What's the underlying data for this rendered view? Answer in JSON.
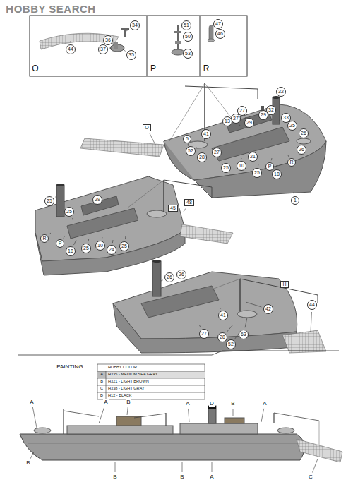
{
  "diagram": {
    "labels": [
      "HOBBY SEARCH",
      "O",
      "P",
      "R",
      "34",
      "44",
      "36",
      "37",
      "35",
      "51",
      "50",
      "53",
      "47",
      "46",
      "O",
      "32",
      "27",
      "27",
      "29",
      "13",
      "32",
      "33",
      "29",
      "25",
      "26",
      "41",
      "5",
      "26",
      "52",
      "28",
      "27",
      "21",
      "R",
      "P",
      "25",
      "10",
      "25",
      "18",
      "1",
      "25",
      "29",
      "25",
      "45",
      "48",
      "R",
      "P",
      "18",
      "25",
      "10",
      "24",
      "25",
      "26",
      "26",
      "H",
      "41",
      "42",
      "44",
      "27",
      "28",
      "63",
      "52",
      "PAINTING:",
      "HOBBY COLOR",
      "A",
      "H335 - MEDIUM SEA GRAY",
      "B",
      "H321 - LIGHT BROWN",
      "C",
      "H338 - LIGHT GRAY",
      "D",
      "H12 - BLACK",
      "A",
      "A",
      "B",
      "A",
      "D",
      "B",
      "A",
      "B",
      "B",
      "B",
      "A",
      "C"
    ]
  }
}
